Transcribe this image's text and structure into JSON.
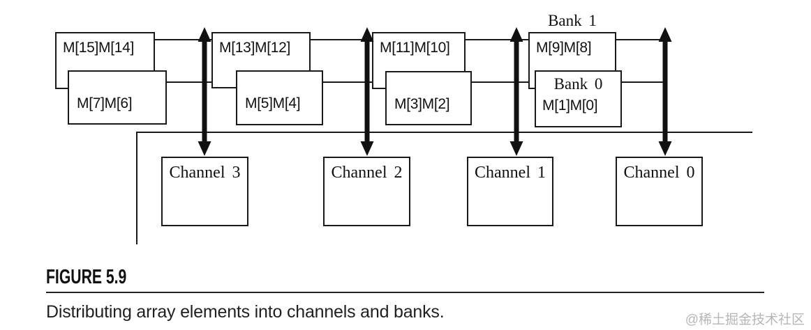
{
  "colors": {
    "ink": "#1a1a1a",
    "box_fill": "#ffffff",
    "background": "#ffffff",
    "caption_text": "#212121",
    "watermark_gray": "#b6b6b6"
  },
  "diagram": {
    "bank1_label": "Bank 1",
    "bank0_label": "Bank 0",
    "groups": [
      {
        "top": "M[15]M[14]",
        "bottom": "M[7]M[6]"
      },
      {
        "top": "M[13]M[12]",
        "bottom": "M[5]M[4]"
      },
      {
        "top": "M[11]M[10]",
        "bottom": "M[3]M[2]"
      },
      {
        "top": "M[9]M[8]",
        "bottom": "M[1]M[0]"
      }
    ],
    "channels": [
      {
        "label": "Channel 3"
      },
      {
        "label": "Channel 2"
      },
      {
        "label": "Channel 1"
      },
      {
        "label": "Channel 0"
      }
    ]
  },
  "caption": {
    "figure_label": "FIGURE 5.9",
    "description": "Distributing array elements into channels and banks."
  },
  "watermark": "@稀土掘金技术社区"
}
